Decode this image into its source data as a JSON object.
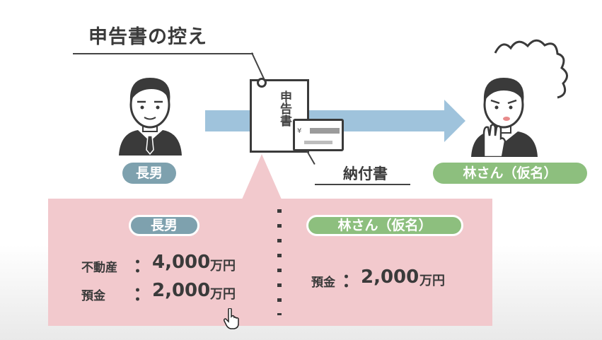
{
  "header": {
    "title": "申告書の控え"
  },
  "document": {
    "text": "申告書"
  },
  "payment_slip": {
    "symbol": "¥",
    "label": "納付書"
  },
  "person_left": {
    "name": "長男"
  },
  "person_right": {
    "name": "林さん（仮名）"
  },
  "panel": {
    "left": {
      "name": "長男",
      "rows": [
        {
          "label": "不動産",
          "sep": "：",
          "value": "4,000",
          "unit": "万円"
        },
        {
          "label": "預金",
          "sep": "：",
          "value": "2,000",
          "unit": "万円"
        }
      ]
    },
    "right": {
      "name": "林さん（仮名）",
      "rows": [
        {
          "label": "預金",
          "sep": "：",
          "value": "2,000",
          "unit": "万円"
        }
      ]
    }
  },
  "colors": {
    "arrow": "#9fc3dc",
    "bubble": "#f2c9cd",
    "pill_blue": "#7ea1ae",
    "pill_green": "#8dbf7e"
  }
}
